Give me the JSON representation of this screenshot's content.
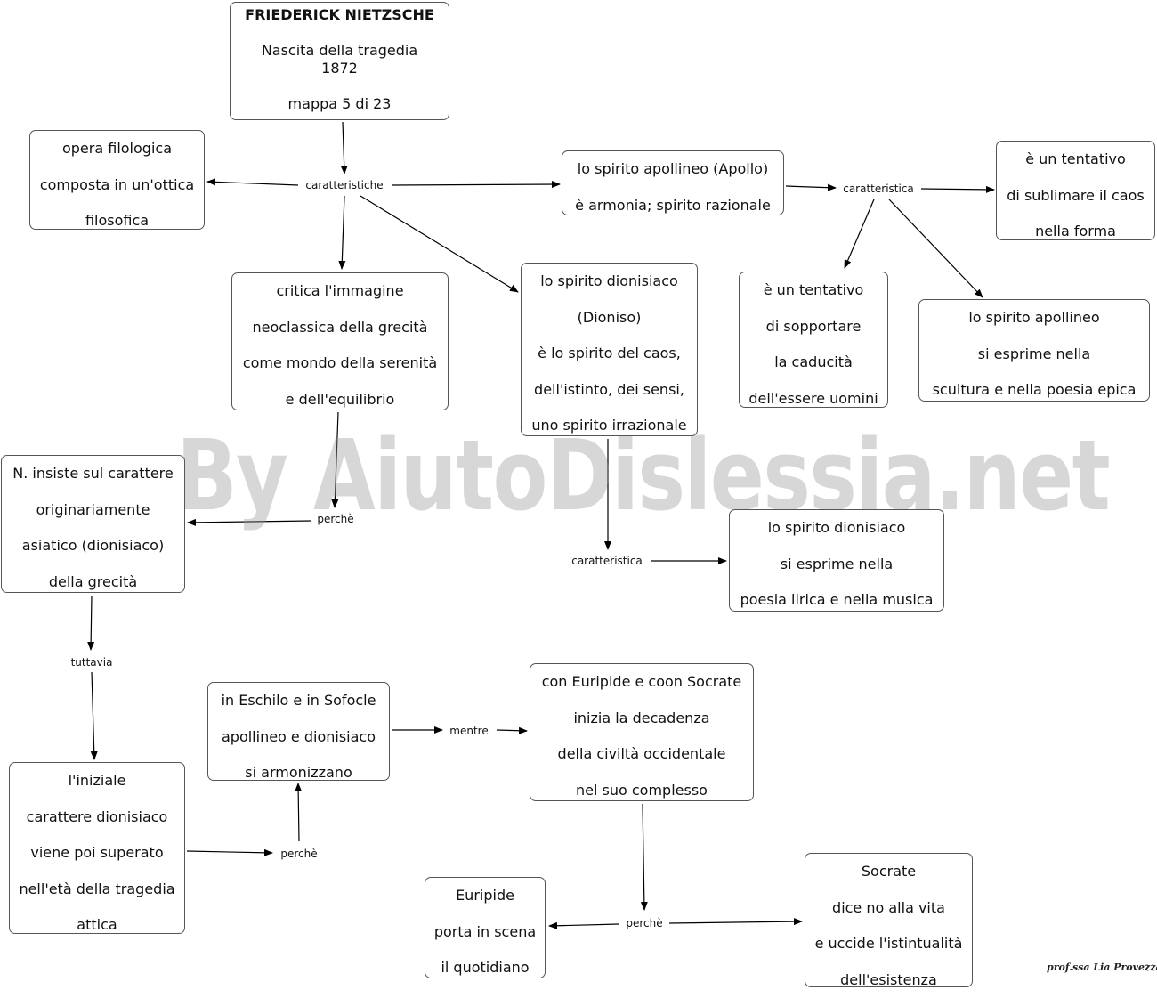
{
  "diagram": {
    "nodes": {
      "title": {
        "l1": "FRIEDERICK NIETZSCHE",
        "l2": "Nascita della tragedia",
        "l3": "1872",
        "l4": "mappa 5  di 23"
      },
      "opera": {
        "l1": "opera filologica",
        "l2": "composta in un'ottica",
        "l3": "filosofica"
      },
      "apollineo": {
        "l1": "lo spirito apollineo (Apollo)",
        "l2": "è armonia; spirito razionale"
      },
      "sublimare": {
        "l1": "è un tentativo",
        "l2": "di sublimare il caos",
        "l3": "nella forma"
      },
      "critica": {
        "l1": "critica l'immagine",
        "l2": "neoclassica della grecità",
        "l3": "come mondo della serenità",
        "l4": "e dell'equilibrio"
      },
      "dionisiaco": {
        "l1": "lo spirito dionisiaco",
        "l2": "(Dioniso)",
        "l3": "è lo spirito del caos,",
        "l4": "dell'istinto, dei sensi,",
        "l5": "uno spirito irrazionale"
      },
      "sopportare": {
        "l1": "è un tentativo",
        "l2": "di sopportare",
        "l3": "la caducità",
        "l4": "dell'essere uomini"
      },
      "apollineo_epica": {
        "l1": "lo spirito apollineo",
        "l2": "si esprime nella",
        "l3": " scultura e nella poesia epica"
      },
      "insiste": {
        "l1": "N. insiste sul carattere",
        "l2": "originariamente",
        "l3": "asiatico (dionisiaco)",
        "l4": "della grecità"
      },
      "dionisiaco_lirica": {
        "l1": "lo spirito dionisiaco",
        "l2": "si esprime nella",
        "l3": "poesia lirica e nella musica"
      },
      "eschilo": {
        "l1": "in Eschilo e in  Sofocle",
        "l2": "apollineo e dionisiaco",
        "l3": "si armonizzano"
      },
      "euripide_socrate": {
        "l1": "con Euripide e coon Socrate",
        "l2": "inizia la decadenza",
        "l3": "della civiltà occidentale",
        "l4": "nel suo complesso"
      },
      "iniziale": {
        "l1": "l'iniziale",
        "l2": "carattere dionisiaco",
        "l3": "viene poi superato",
        "l4": "nell'età della tragedia",
        "l5": "attica"
      },
      "euripide": {
        "l1": "Euripide",
        "l2": "porta in scena",
        "l3": "il quotidiano"
      },
      "socrate": {
        "l1": "Socrate",
        "l2": "dice no alla vita",
        "l3": "e uccide l'istintualità",
        "l4": "dell'esistenza"
      }
    },
    "connectors": {
      "caratteristiche": "caratteristiche",
      "caratteristica_apollo": "caratteristica",
      "perche_critica": "perchè",
      "caratteristica_dioniso": "caratteristica",
      "tuttavia": "tuttavia",
      "mentre": "mentre",
      "perche_iniziale": "perchè",
      "perche_socrate": "perchè"
    }
  },
  "watermark": "By AiutoDislessia.net",
  "credit": "prof.ssa Lia Provezza",
  "colors": {
    "border": "#555555",
    "arrow": "#000000",
    "watermark": "#969696"
  }
}
